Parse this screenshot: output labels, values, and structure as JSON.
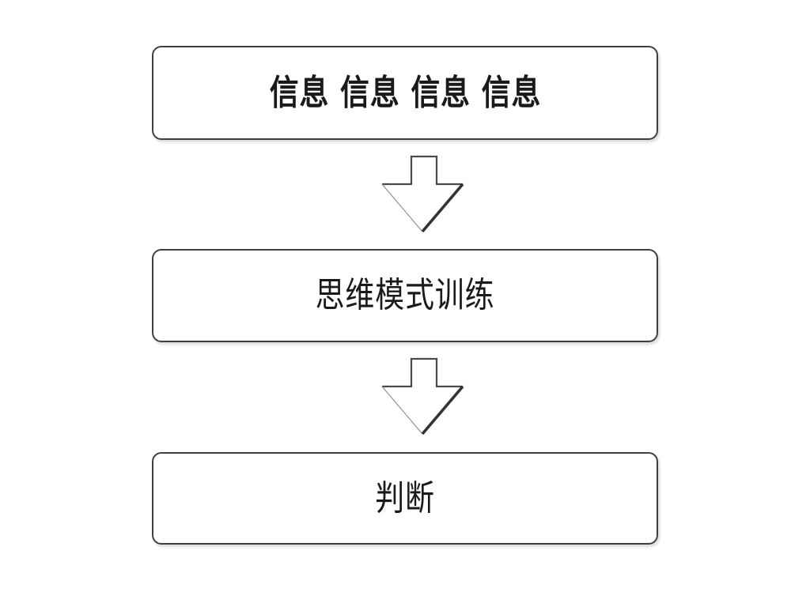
{
  "diagram": {
    "type": "flowchart",
    "direction": "top-down",
    "colors": {
      "background": "#ffffff",
      "box_border": "#3f3f3f",
      "text": "#1a1a1a",
      "arrow_edge": "#4a4a4a",
      "arrow_edge_light": "#8a8a8a",
      "arrow_edge_dark": "#333333"
    },
    "nodes": [
      {
        "label": "信息 信息 信息 信息"
      },
      {
        "label": "思维模式训练"
      },
      {
        "label": "判断"
      }
    ],
    "connectors": [
      {
        "type": "block-arrow",
        "direction": "down",
        "from": "信息 信息 信息 信息",
        "to": "思维模式训练"
      },
      {
        "type": "block-arrow",
        "direction": "down",
        "from": "思维模式训练",
        "to": "判断"
      }
    ]
  }
}
